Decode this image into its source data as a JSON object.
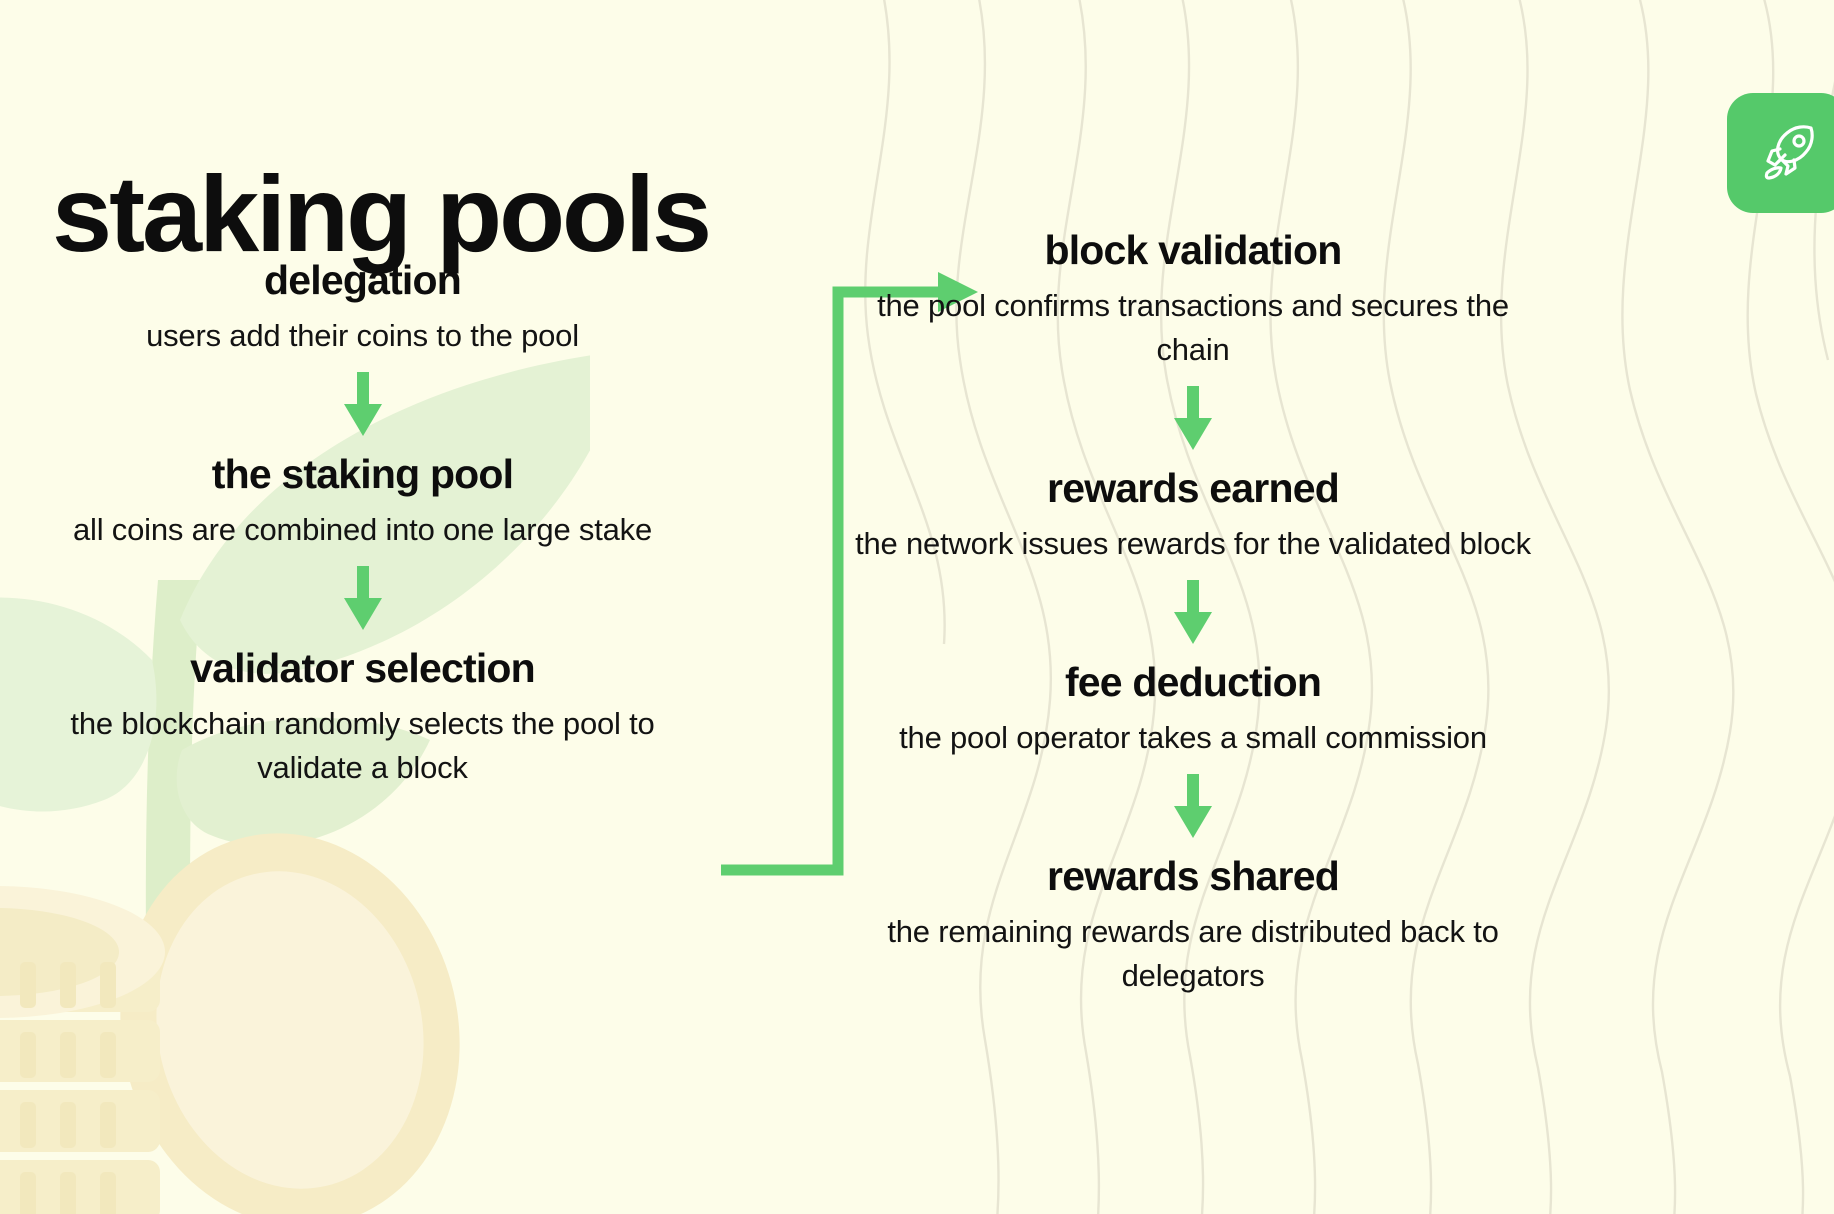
{
  "title": "staking pools",
  "brand": {
    "icon": "rocket-icon",
    "color": "#55c96a"
  },
  "colors": {
    "background": "#fdfde9",
    "accent_green": "#5ece6f",
    "text": "#0d0d0d",
    "wave_line": "#e8e6d5",
    "plant_green": "#e4f2d4",
    "coin_gold": "#f7eec9"
  },
  "decorations": [
    {
      "name": "plant-sprout-illustration"
    },
    {
      "name": "coin-stack-illustration"
    },
    {
      "name": "wavy-contour-lines"
    }
  ],
  "left_column": {
    "steps": [
      {
        "title": "delegation",
        "desc": "users add their coins to the pool"
      },
      {
        "title": "the staking pool",
        "desc": "all coins are combined into one large stake"
      },
      {
        "title": "validator selection",
        "desc": "the blockchain randomly selects the pool to validate a block"
      }
    ]
  },
  "right_column": {
    "steps": [
      {
        "title": "block validation",
        "desc": "the pool confirms transactions and secures the chain"
      },
      {
        "title": "rewards earned",
        "desc": "the network issues rewards for the validated block"
      },
      {
        "title": "fee deduction",
        "desc": "the pool operator takes a small commission"
      },
      {
        "title": "rewards shared",
        "desc": "the remaining rewards are distributed back to delegators"
      }
    ]
  },
  "connector": {
    "name": "elbow-connector-left-to-right",
    "direction": "right"
  }
}
